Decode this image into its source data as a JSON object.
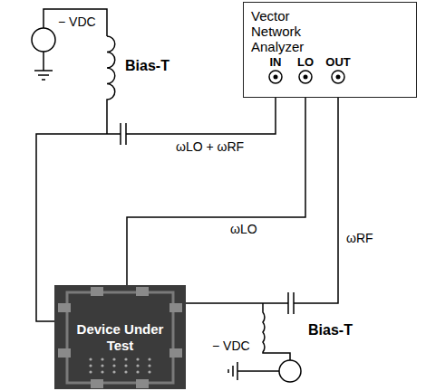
{
  "diagram": {
    "nodes": [
      {
        "text": [
          "Vector Network Analyzer"
        ]
      },
      {
        "text": [
          "IN"
        ],
        "in": 0
      },
      {
        "text": [
          "LO"
        ],
        "in": 0
      },
      {
        "text": [
          "OUT"
        ],
        "in": 0
      },
      {
        "text": [
          "Device Under Test"
        ]
      }
    ],
    "edges": [
      {
        "from": 1,
        "to": 4,
        "arrow": "none",
        "label": "ωLO + ωRF"
      },
      {
        "from": 2,
        "to": 4,
        "arrow": "none",
        "label": "ωLO"
      },
      {
        "from": 3,
        "to": 4,
        "arrow": "none",
        "label": "ωRF"
      }
    ],
    "labels": [
      "Bias-T",
      "Bias-T",
      "− VDC",
      "− VDC"
    ]
  }
}
